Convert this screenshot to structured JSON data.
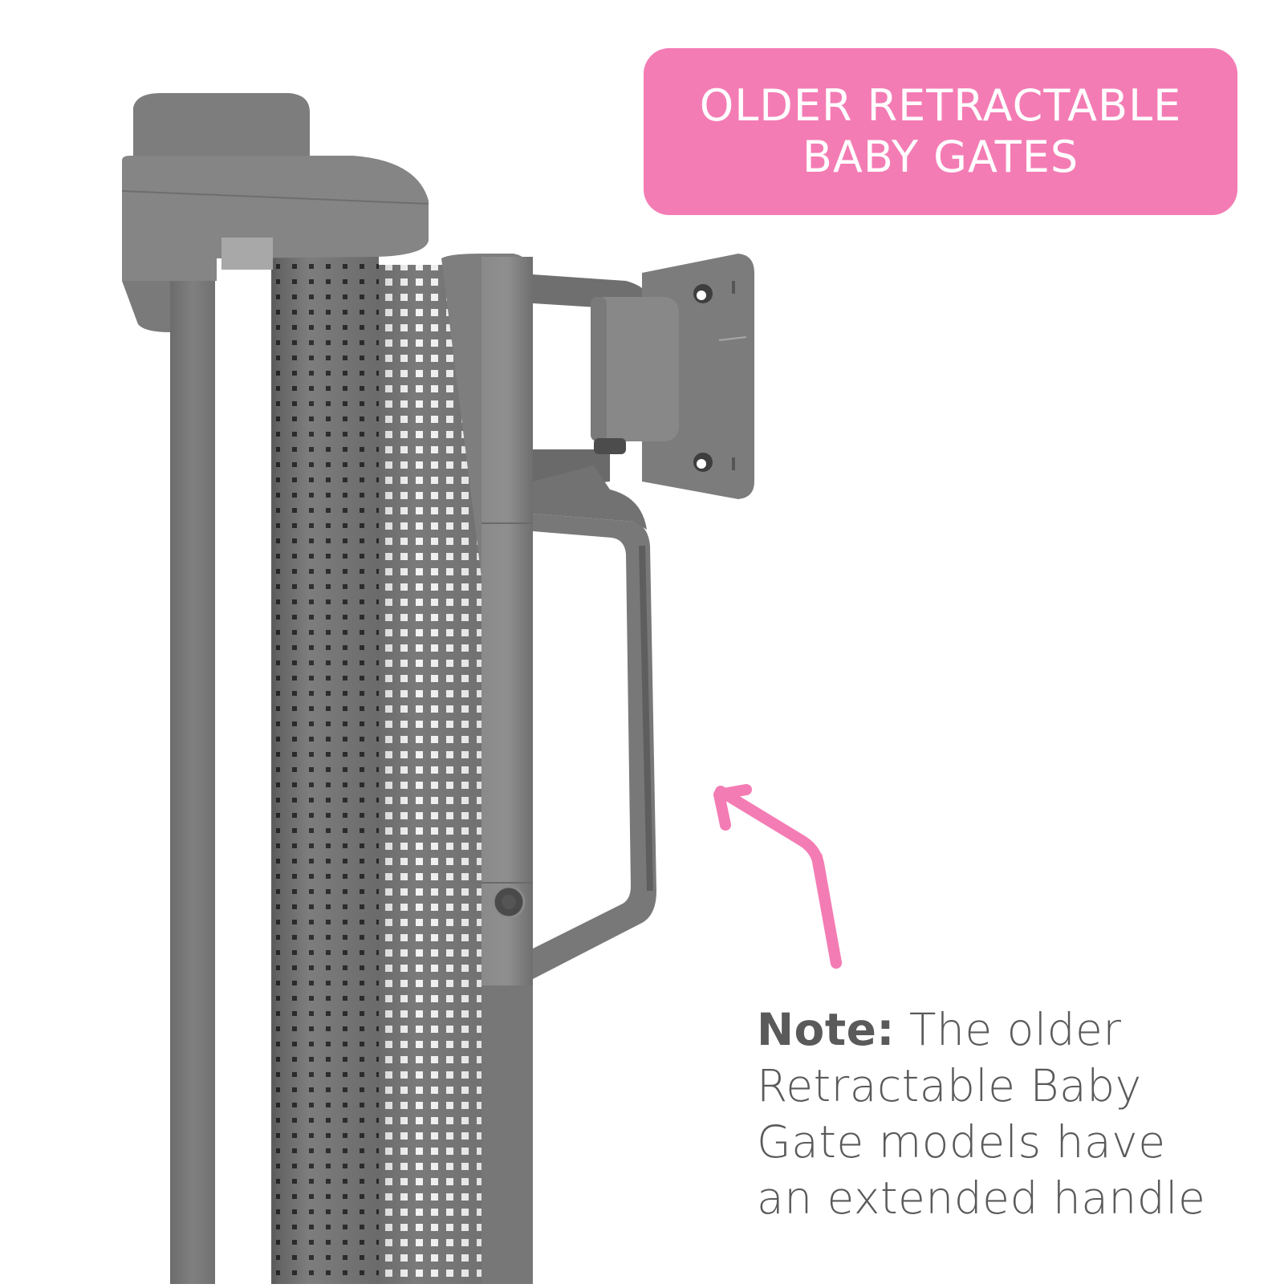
{
  "colors": {
    "accent_pink": "#f47cb4",
    "text_gray": "#5a5a5a",
    "product_gray": "#7c7c7c",
    "product_gray_light": "#8c8c8c",
    "product_gray_dark": "#5e5e5e",
    "background": "#ffffff"
  },
  "title_badge": {
    "line1": "OLDER RETRACTABLE",
    "line2": "BABY GATES"
  },
  "note": {
    "label": "Note:",
    "line1_rest": " The older",
    "line2": "Retractable Baby",
    "line3": "Gate models have",
    "line4": "an extended handle"
  },
  "illustration": {
    "subject": "retractable baby gate with extended handle",
    "parts": [
      "top-cap",
      "housing-bracket",
      "support-pole",
      "rolled-mesh-cylinder",
      "mesh-panel",
      "gate-post",
      "wall-mount-bracket",
      "extended-handle",
      "release-button"
    ],
    "callout_arrow": "pointing-to-extended-handle"
  }
}
